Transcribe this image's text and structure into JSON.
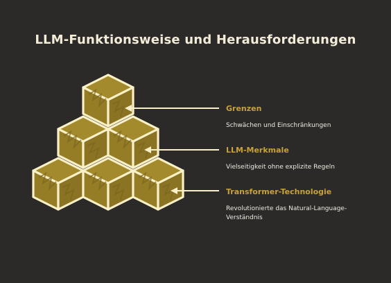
{
  "title": "LLM-Funktionsweise und Herausforderungen",
  "colors": {
    "background": "#2b2a29",
    "title": "#f3ecd8",
    "accent": "#c9a13b",
    "cube_fill": "#a38a2c",
    "cube_stroke": "#fbf1c8",
    "text": "#eeeae0"
  },
  "items": [
    {
      "label": "Grenzen",
      "description": "Schwächen und Einschränkungen"
    },
    {
      "label": "LLM-Merkmale",
      "description": "Vielseitigkeit ohne explizite Regeln"
    },
    {
      "label": "Transformer-Technologie",
      "description": "Revolutionierte das Natural-Language-Verständnis"
    }
  ]
}
